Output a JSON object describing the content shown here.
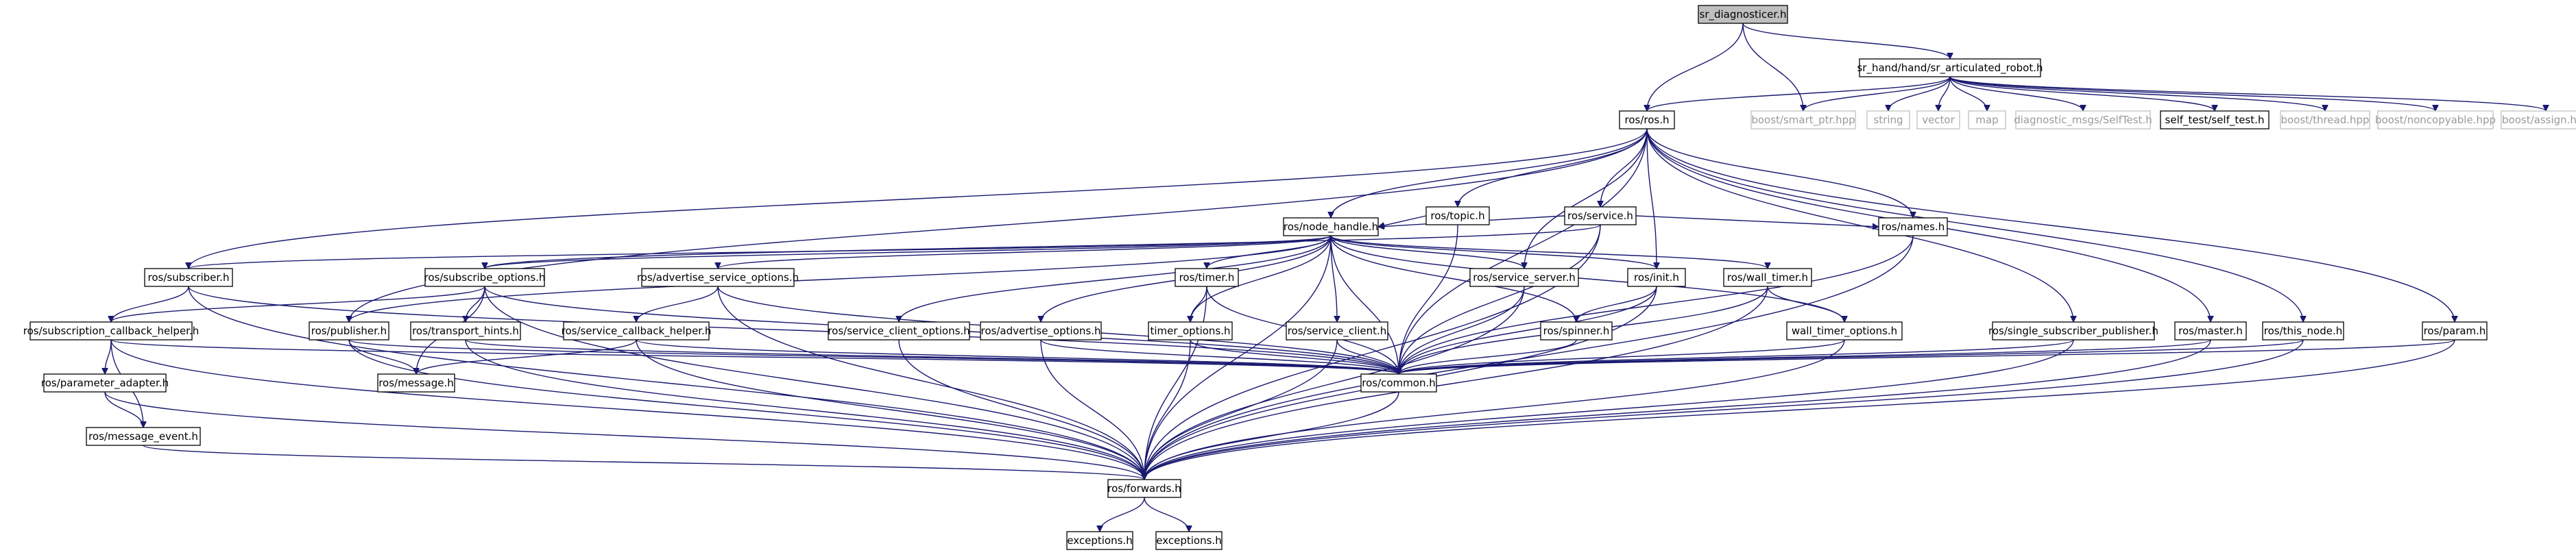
{
  "nodes": [
    {
      "id": "sr_diagnosticer_h",
      "label": "sr_diagnosticer.h",
      "style": "root"
    },
    {
      "id": "robot_h",
      "label": "sr_hand/hand/sr_articulated_robot.h",
      "style": "normal"
    },
    {
      "id": "ros_ros_h",
      "label": "ros/ros.h",
      "style": "normal"
    },
    {
      "id": "boost_smart_ptr",
      "label": "boost/smart_ptr.hpp",
      "style": "grey"
    },
    {
      "id": "string",
      "label": "string",
      "style": "grey"
    },
    {
      "id": "vector",
      "label": "vector",
      "style": "grey"
    },
    {
      "id": "map",
      "label": "map",
      "style": "grey"
    },
    {
      "id": "diag_selftest",
      "label": "diagnostic_msgs/SelfTest.h",
      "style": "grey"
    },
    {
      "id": "self_test",
      "label": "self_test/self_test.h",
      "style": "normal"
    },
    {
      "id": "boost_thread",
      "label": "boost/thread.hpp",
      "style": "grey"
    },
    {
      "id": "boost_noncopyable",
      "label": "boost/noncopyable.hpp",
      "style": "grey"
    },
    {
      "id": "boost_assign",
      "label": "boost/assign.hpp",
      "style": "grey"
    },
    {
      "id": "ros_topic",
      "label": "ros/topic.h",
      "style": "normal"
    },
    {
      "id": "ros_service",
      "label": "ros/service.h",
      "style": "normal"
    },
    {
      "id": "ros_node_handle",
      "label": "ros/node_handle.h",
      "style": "normal"
    },
    {
      "id": "ros_names",
      "label": "ros/names.h",
      "style": "normal"
    },
    {
      "id": "ros_subscriber",
      "label": "ros/subscriber.h",
      "style": "normal"
    },
    {
      "id": "ros_publisher",
      "label": "ros/publisher.h",
      "style": "normal"
    },
    {
      "id": "ros_subscribe_options",
      "label": "ros/subscribe_options.h",
      "style": "normal"
    },
    {
      "id": "ros_advertise_service_options",
      "label": "ros/advertise_service_options.h",
      "style": "normal"
    },
    {
      "id": "ros_timer",
      "label": "ros/timer.h",
      "style": "normal"
    },
    {
      "id": "ros_service_server",
      "label": "ros/service_server.h",
      "style": "normal"
    },
    {
      "id": "ros_init",
      "label": "ros/init.h",
      "style": "normal"
    },
    {
      "id": "ros_wall_timer",
      "label": "ros/wall_timer.h",
      "style": "normal"
    },
    {
      "id": "ros_subscription_callback_helper",
      "label": "ros/subscription_callback_helper.h",
      "style": "normal"
    },
    {
      "id": "ros_transport_hints",
      "label": "ros/transport_hints.h",
      "style": "normal"
    },
    {
      "id": "ros_service_callback_helper",
      "label": "ros/service_callback_helper.h",
      "style": "normal"
    },
    {
      "id": "ros_service_client_options",
      "label": "ros/service_client_options.h",
      "style": "normal"
    },
    {
      "id": "ros_advertise_options",
      "label": "ros/advertise_options.h",
      "style": "normal"
    },
    {
      "id": "timer_options",
      "label": "timer_options.h",
      "style": "normal"
    },
    {
      "id": "ros_service_client",
      "label": "ros/service_client.h",
      "style": "normal"
    },
    {
      "id": "ros_spinner",
      "label": "ros/spinner.h",
      "style": "normal"
    },
    {
      "id": "wall_timer_options",
      "label": "wall_timer_options.h",
      "style": "normal"
    },
    {
      "id": "ros_single_subscriber_publisher",
      "label": "ros/single_subscriber_publisher.h",
      "style": "normal"
    },
    {
      "id": "ros_master",
      "label": "ros/master.h",
      "style": "normal"
    },
    {
      "id": "ros_this_node",
      "label": "ros/this_node.h",
      "style": "normal"
    },
    {
      "id": "ros_param",
      "label": "ros/param.h",
      "style": "normal"
    },
    {
      "id": "ros_parameter_adapter",
      "label": "ros/parameter_adapter.h",
      "style": "normal"
    },
    {
      "id": "ros_message",
      "label": "ros/message.h",
      "style": "normal"
    },
    {
      "id": "ros_message_event",
      "label": "ros/message_event.h",
      "style": "normal"
    },
    {
      "id": "ros_common",
      "label": "ros/common.h",
      "style": "normal"
    },
    {
      "id": "ros_forwards",
      "label": "ros/forwards.h",
      "style": "normal"
    },
    {
      "id": "exceptions_1",
      "label": "exceptions.h",
      "style": "normal"
    },
    {
      "id": "exceptions_2",
      "label": "exceptions.h",
      "style": "normal"
    }
  ],
  "edges": [
    [
      "sr_diagnosticer_h",
      "ros_ros_h"
    ],
    [
      "sr_diagnosticer_h",
      "boost_smart_ptr"
    ],
    [
      "sr_diagnosticer_h",
      "robot_h"
    ],
    [
      "robot_h",
      "ros_ros_h"
    ],
    [
      "robot_h",
      "boost_smart_ptr"
    ],
    [
      "robot_h",
      "string"
    ],
    [
      "robot_h",
      "vector"
    ],
    [
      "robot_h",
      "map"
    ],
    [
      "robot_h",
      "diag_selftest"
    ],
    [
      "robot_h",
      "self_test"
    ],
    [
      "robot_h",
      "boost_thread"
    ],
    [
      "robot_h",
      "boost_noncopyable"
    ],
    [
      "robot_h",
      "boost_assign"
    ],
    [
      "ros_ros_h",
      "ros_subscriber"
    ],
    [
      "ros_ros_h",
      "ros_node_handle"
    ],
    [
      "ros_ros_h",
      "ros_topic"
    ],
    [
      "ros_ros_h",
      "ros_service"
    ],
    [
      "ros_ros_h",
      "ros_names"
    ],
    [
      "ros_ros_h",
      "ros_service_server"
    ],
    [
      "ros_ros_h",
      "ros_init"
    ],
    [
      "ros_ros_h",
      "ros_common"
    ],
    [
      "ros_ros_h",
      "ros_single_subscriber_publisher"
    ],
    [
      "ros_ros_h",
      "ros_master"
    ],
    [
      "ros_ros_h",
      "ros_this_node"
    ],
    [
      "ros_ros_h",
      "ros_param"
    ],
    [
      "ros_ros_h",
      "ros_publisher"
    ],
    [
      "ros_topic",
      "ros_node_handle"
    ],
    [
      "ros_topic",
      "ros_common"
    ],
    [
      "ros_service",
      "ros_node_handle"
    ],
    [
      "ros_service",
      "ros_names"
    ],
    [
      "ros_service",
      "ros_common"
    ],
    [
      "ros_service",
      "ros_forwards"
    ],
    [
      "ros_service",
      "ros_subscribe_options"
    ],
    [
      "ros_node_handle",
      "ros_subscriber"
    ],
    [
      "ros_node_handle",
      "ros_publisher"
    ],
    [
      "ros_node_handle",
      "ros_subscribe_options"
    ],
    [
      "ros_node_handle",
      "ros_advertise_service_options"
    ],
    [
      "ros_node_handle",
      "ros_service_client_options"
    ],
    [
      "ros_node_handle",
      "ros_advertise_options"
    ],
    [
      "ros_node_handle",
      "ros_timer"
    ],
    [
      "ros_node_handle",
      "timer_options"
    ],
    [
      "ros_node_handle",
      "ros_service_client"
    ],
    [
      "ros_node_handle",
      "ros_service_server"
    ],
    [
      "ros_node_handle",
      "ros_spinner"
    ],
    [
      "ros_node_handle",
      "ros_init"
    ],
    [
      "ros_node_handle",
      "ros_wall_timer"
    ],
    [
      "ros_node_handle",
      "wall_timer_options"
    ],
    [
      "ros_node_handle",
      "ros_common"
    ],
    [
      "ros_node_handle",
      "ros_forwards"
    ],
    [
      "ros_names",
      "ros_common"
    ],
    [
      "ros_names",
      "ros_forwards"
    ],
    [
      "ros_subscriber",
      "ros_subscription_callback_helper"
    ],
    [
      "ros_subscriber",
      "ros_common"
    ],
    [
      "ros_subscriber",
      "ros_forwards"
    ],
    [
      "ros_publisher",
      "ros_message"
    ],
    [
      "ros_publisher",
      "ros_common"
    ],
    [
      "ros_publisher",
      "ros_forwards"
    ],
    [
      "ros_subscribe_options",
      "ros_subscription_callback_helper"
    ],
    [
      "ros_subscribe_options",
      "ros_transport_hints"
    ],
    [
      "ros_subscribe_options",
      "ros_message"
    ],
    [
      "ros_subscribe_options",
      "ros_common"
    ],
    [
      "ros_subscribe_options",
      "ros_forwards"
    ],
    [
      "ros_advertise_service_options",
      "ros_service_callback_helper"
    ],
    [
      "ros_advertise_service_options",
      "ros_common"
    ],
    [
      "ros_advertise_service_options",
      "ros_forwards"
    ],
    [
      "ros_timer",
      "timer_options"
    ],
    [
      "ros_timer",
      "ros_common"
    ],
    [
      "ros_timer",
      "ros_forwards"
    ],
    [
      "ros_service_server",
      "ros_common"
    ],
    [
      "ros_service_server",
      "ros_forwards"
    ],
    [
      "ros_init",
      "ros_spinner"
    ],
    [
      "ros_init",
      "ros_common"
    ],
    [
      "ros_init",
      "ros_forwards"
    ],
    [
      "ros_wall_timer",
      "wall_timer_options"
    ],
    [
      "ros_wall_timer",
      "ros_common"
    ],
    [
      "ros_wall_timer",
      "ros_forwards"
    ],
    [
      "ros_subscription_callback_helper",
      "ros_parameter_adapter"
    ],
    [
      "ros_subscription_callback_helper",
      "ros_message_event"
    ],
    [
      "ros_subscription_callback_helper",
      "ros_common"
    ],
    [
      "ros_subscription_callback_helper",
      "ros_forwards"
    ],
    [
      "ros_transport_hints",
      "ros_common"
    ],
    [
      "ros_transport_hints",
      "ros_forwards"
    ],
    [
      "ros_service_callback_helper",
      "ros_message"
    ],
    [
      "ros_service_callback_helper",
      "ros_common"
    ],
    [
      "ros_service_callback_helper",
      "ros_forwards"
    ],
    [
      "ros_service_client_options",
      "ros_forwards"
    ],
    [
      "ros_advertise_options",
      "ros_common"
    ],
    [
      "ros_advertise_options",
      "ros_forwards"
    ],
    [
      "timer_options",
      "ros_common"
    ],
    [
      "timer_options",
      "ros_forwards"
    ],
    [
      "ros_service_client",
      "ros_common"
    ],
    [
      "ros_service_client",
      "ros_forwards"
    ],
    [
      "ros_spinner",
      "ros_common"
    ],
    [
      "wall_timer_options",
      "ros_common"
    ],
    [
      "wall_timer_options",
      "ros_forwards"
    ],
    [
      "ros_single_subscriber_publisher",
      "ros_common"
    ],
    [
      "ros_single_subscriber_publisher",
      "ros_forwards"
    ],
    [
      "ros_master",
      "ros_common"
    ],
    [
      "ros_master",
      "ros_forwards"
    ],
    [
      "ros_this_node",
      "ros_common"
    ],
    [
      "ros_this_node",
      "ros_forwards"
    ],
    [
      "ros_param",
      "ros_common"
    ],
    [
      "ros_param",
      "ros_forwards"
    ],
    [
      "ros_parameter_adapter",
      "ros_message_event"
    ],
    [
      "ros_parameter_adapter",
      "ros_forwards"
    ],
    [
      "ros_message_event",
      "ros_forwards"
    ],
    [
      "ros_common",
      "ros_forwards"
    ],
    [
      "ros_forwards",
      "exceptions_1"
    ],
    [
      "ros_forwards",
      "exceptions_2"
    ]
  ]
}
